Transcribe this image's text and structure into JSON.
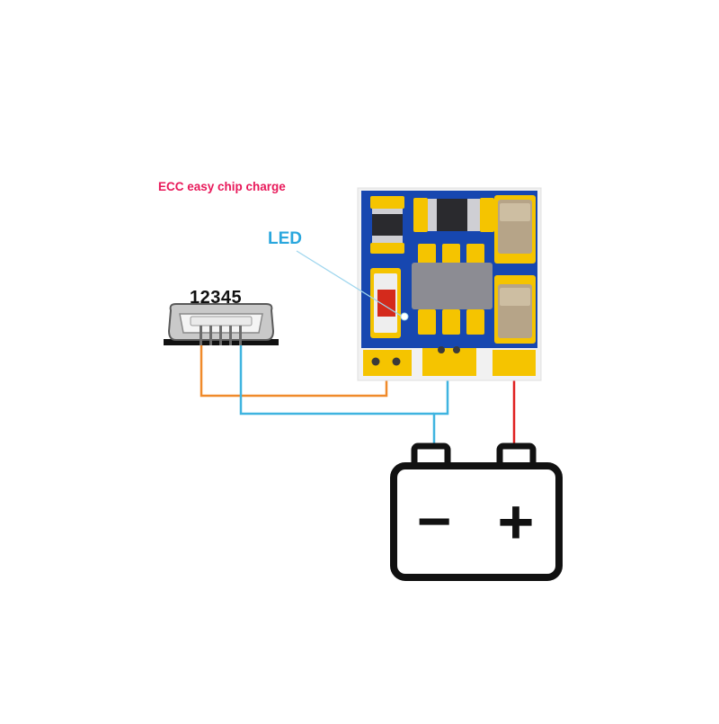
{
  "diagram": {
    "title": "ECC easy chip charge",
    "led_label": "LED",
    "usb_pin_numbers": "12345",
    "battery": {
      "negative_symbol": "−",
      "positive_symbol": "+"
    }
  },
  "colors": {
    "title": "#e8195a",
    "led_label": "#2aa7dd",
    "board_blue": "#1747b0",
    "pad_gold": "#f5c400",
    "wire_orange": "#f08a2a",
    "wire_blue": "#3fb4e0",
    "wire_red": "#e02020",
    "led_red": "#d42a1c",
    "ic_gray": "#8c8c93",
    "battery_outline": "#111111"
  }
}
